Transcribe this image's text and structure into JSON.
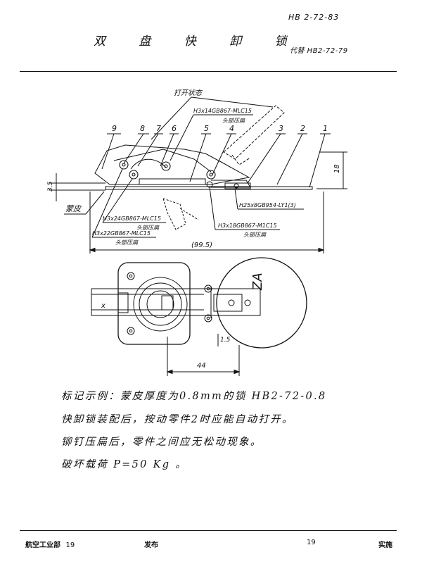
{
  "header": {
    "standard_no": "HB 2-72-83",
    "title": "双 盘 快 卸 锁",
    "replaces": "代替 HB2-72-79"
  },
  "drawing": {
    "state_label": "打开状态",
    "part_numbers": [
      "9",
      "8",
      "7",
      "6",
      "5",
      "4",
      "3",
      "2",
      "1"
    ],
    "callouts": {
      "rivet_top": "H3x14GB867-MLC15",
      "rivet_top_note": "头部压扁",
      "rivet_left_a": "H3x24GB867-MLC15",
      "rivet_left_a_note": "头部压扁",
      "rivet_left_b": "H3x22GB867-MLC15",
      "rivet_left_b_note": "头部压扁",
      "screw_right": "H25x8GB954-LY1(3)",
      "rivet_right": "H3x18GB867-M1C15",
      "rivet_right_note": "头部压扁"
    },
    "labels": {
      "skin": "蒙皮"
    },
    "dimensions": {
      "height": "18",
      "offset": "3.5",
      "length": "(99.5)",
      "thickness": "1.5",
      "plan_width": "44"
    }
  },
  "notes": [
    "标记示例：蒙皮厚度为0.8mm的锁 HB2-72-0.8",
    "快卸锁装配后，按动零件2时应能自动打开。",
    "铆钉压扁后，零件之间应无松动现象。",
    "破坏载荷 P=50 Kg 。"
  ],
  "footer": {
    "org": "航空工业部",
    "left_page": "19",
    "issued": "发布",
    "right_page": "19",
    "implemented": "实施"
  }
}
